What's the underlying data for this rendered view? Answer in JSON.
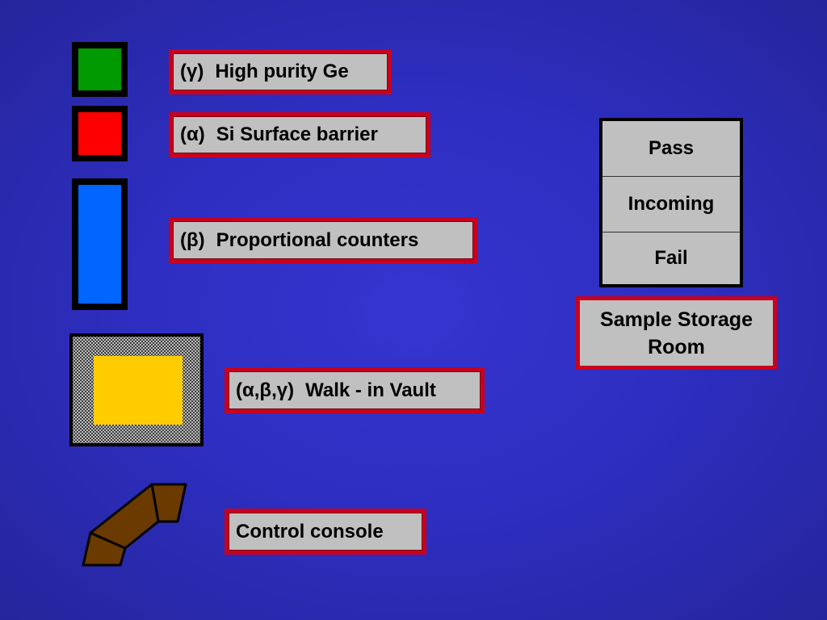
{
  "colors": {
    "background": "#2e2ec2",
    "ge_detector": "#009900",
    "si_detector": "#ff0000",
    "proportional_detector": "#0066ff",
    "vault_interior": "#ffcc00",
    "console": "#6b3a00",
    "label_border": "#c8001e",
    "label_fill": "#c0c0c0"
  },
  "legend": [
    {
      "symbol": "(γ)",
      "text": "High purity Ge"
    },
    {
      "symbol": "(α)",
      "text": "Si Surface barrier"
    },
    {
      "symbol": "(β)",
      "text": "Proportional counters"
    },
    {
      "symbol": "(α,β,γ)",
      "text": "Walk - in Vault"
    },
    {
      "symbol": "",
      "text": "Control console"
    }
  ],
  "storage": {
    "rows": [
      "Pass",
      "Incoming",
      "Fail"
    ],
    "label_line1": "Sample Storage",
    "label_line2": "Room"
  }
}
